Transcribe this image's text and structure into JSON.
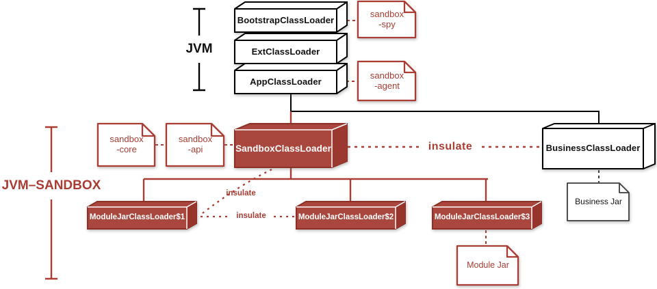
{
  "colors": {
    "accent_red": "#a93d34",
    "red_fill": "#a9473e",
    "red_side": "#97352d",
    "line_black": "#000000",
    "doc_gray_border": "#3d3d3d",
    "background": "#ffffff"
  },
  "brackets": {
    "jvm": "JVM",
    "jvm_sandbox": "JVM–SANDBOX"
  },
  "loaders": {
    "bootstrap": {
      "label": "BootstrapClassLoader"
    },
    "ext": {
      "label": "ExtClassLoader"
    },
    "app": {
      "label": "AppClassLoader"
    },
    "sandbox": {
      "label": "SandboxClassLoader"
    },
    "business": {
      "label": "BusinessClassLoader"
    },
    "module1": {
      "label": "ModuleJarClassLoader$1"
    },
    "module2": {
      "label": "ModuleJarClassLoader$2"
    },
    "module3": {
      "label": "ModuleJarClassLoader$3"
    }
  },
  "documents": {
    "spy": {
      "label": "sandbox\n-spy"
    },
    "agent": {
      "label": "sandbox\n-agent"
    },
    "core": {
      "label": "sandbox\n-core"
    },
    "api": {
      "label": "sandbox\n-api"
    },
    "business_jar": {
      "label": "Business Jar"
    },
    "module_jar": {
      "label": "Module Jar"
    }
  },
  "edge_labels": {
    "insulate_main": "insulate",
    "insulate_upper": "insulate",
    "insulate_lower": "insulate"
  }
}
